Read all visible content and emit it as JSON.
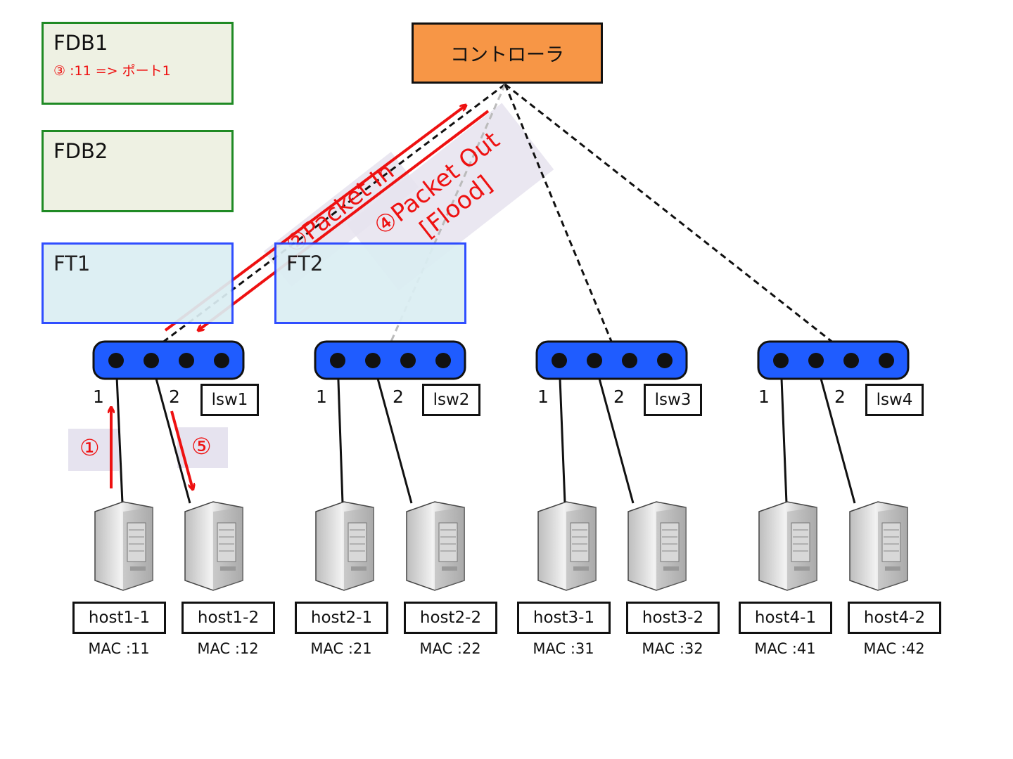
{
  "controller": {
    "label": "コントローラ",
    "color": "#f79646"
  },
  "fdb1": {
    "title": "FDB1",
    "entry": "③ :11 => ポート1"
  },
  "fdb2": {
    "title": "FDB2"
  },
  "ft1": {
    "title": "FT1"
  },
  "ft2": {
    "title": "FT2"
  },
  "switches": [
    {
      "label": "lsw1",
      "port1": "1",
      "port2": "2"
    },
    {
      "label": "lsw2",
      "port1": "1",
      "port2": "2"
    },
    {
      "label": "lsw3",
      "port1": "1",
      "port2": "2"
    },
    {
      "label": "lsw4",
      "port1": "1",
      "port2": "2"
    }
  ],
  "hosts": [
    {
      "name": "host1-1",
      "mac": "MAC :11"
    },
    {
      "name": "host1-2",
      "mac": "MAC :12"
    },
    {
      "name": "host2-1",
      "mac": "MAC :21"
    },
    {
      "name": "host2-2",
      "mac": "MAC :22"
    },
    {
      "name": "host3-1",
      "mac": "MAC :31"
    },
    {
      "name": "host3-2",
      "mac": "MAC :32"
    },
    {
      "name": "host4-1",
      "mac": "MAC :41"
    },
    {
      "name": "host4-2",
      "mac": "MAC :42"
    }
  ],
  "steps": {
    "step1": "①",
    "step2": "②Packet In",
    "step4_line1": "④Packet Out",
    "step4_line2": "[Flood]",
    "step5": "⑤"
  },
  "colors": {
    "switch_fill": "#1f5cff",
    "arrow": "#ee1111",
    "fdb_border": "#1f8a24",
    "fdb_fill": "#eef1e3",
    "ft_border": "#1f3fff",
    "ft_fill": "#dbeef3"
  }
}
